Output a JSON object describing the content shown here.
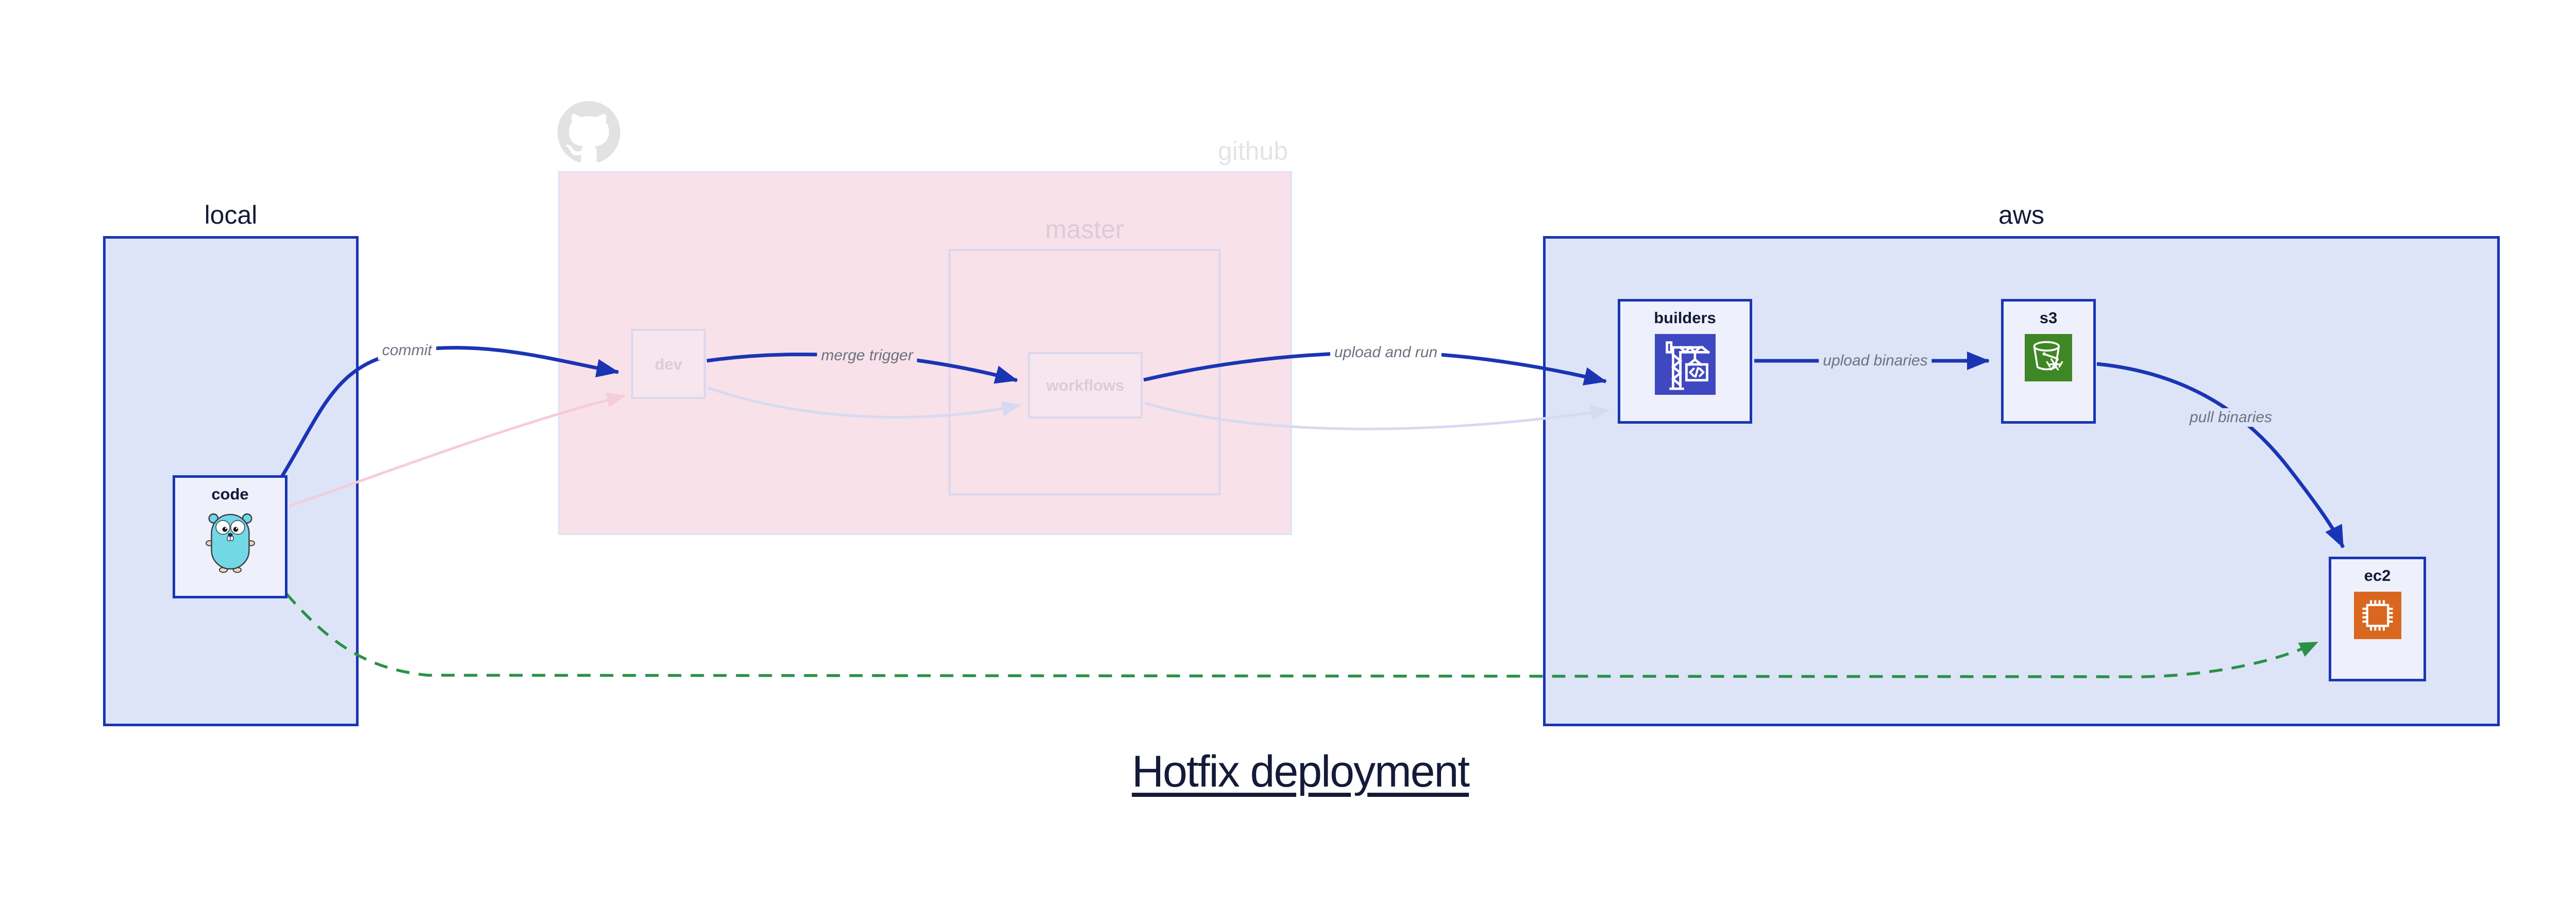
{
  "title": {
    "text": "Hotfix deployment"
  },
  "groups": {
    "local": {
      "label": "local"
    },
    "github": {
      "label": "github",
      "icon": "github-octocat-icon"
    },
    "master": {
      "label": "master"
    },
    "aws": {
      "label": "aws"
    }
  },
  "nodes": {
    "code": {
      "label": "code",
      "icon": "go-gopher-icon"
    },
    "dev": {
      "label": "dev"
    },
    "workflows": {
      "label": "workflows"
    },
    "builders": {
      "label": "builders",
      "icon": "codebuild-crane-icon"
    },
    "s3": {
      "label": "s3",
      "icon": "s3-glacier-bucket-icon"
    },
    "ec2": {
      "label": "ec2",
      "icon": "ec2-chip-icon"
    }
  },
  "edges": {
    "commit": {
      "label": "commit",
      "from": "code",
      "to": "dev",
      "style": "solid-navy"
    },
    "merge_trigger": {
      "label": "merge trigger",
      "from": "dev",
      "to": "workflows",
      "style": "solid-navy"
    },
    "upload_and_run": {
      "label": "upload and run",
      "from": "workflows",
      "to": "builders",
      "style": "solid-navy"
    },
    "upload_binaries": {
      "label": "upload binaries",
      "from": "builders",
      "to": "s3",
      "style": "solid-navy"
    },
    "pull_binaries": {
      "label": "pull binaries",
      "from": "s3",
      "to": "ec2",
      "style": "solid-navy"
    },
    "code_dev_faded": {
      "label": "",
      "from": "code",
      "to": "dev",
      "style": "faded-pink"
    },
    "dev_workflows_faded": {
      "label": "",
      "from": "dev",
      "to": "workflows",
      "style": "faded-lavender"
    },
    "workflows_builders_faded": {
      "label": "",
      "from": "workflows",
      "to": "builders",
      "style": "faded-lavender"
    },
    "code_ec2_hotfix": {
      "label": "",
      "from": "code",
      "to": "ec2",
      "style": "green-dashed"
    }
  },
  "colors": {
    "navy": "#1a35b4",
    "ink": "#141a38",
    "label-gray": "#6b7280",
    "group-fill": "#dde4f8",
    "node-fill": "#eef1fc",
    "pink-fill": "#f8e1e8",
    "pink-node-fill": "#f7e6ed",
    "faded-border": "#dbd7ef",
    "github-border": "#e0e4f6",
    "faded-text": "#ddcbd7",
    "github-text": "#e4e4e6",
    "pink-edge": "#f4cdd9",
    "lavender-edge": "#d7d9f2",
    "green": "#2a9147",
    "codebuild-indigo": "#3f48c0",
    "s3-green": "#3f8624",
    "ec2-orange": "#d9671f",
    "gopher-teal": "#71d8e4",
    "octocat-gray": "#e2e2e2"
  }
}
